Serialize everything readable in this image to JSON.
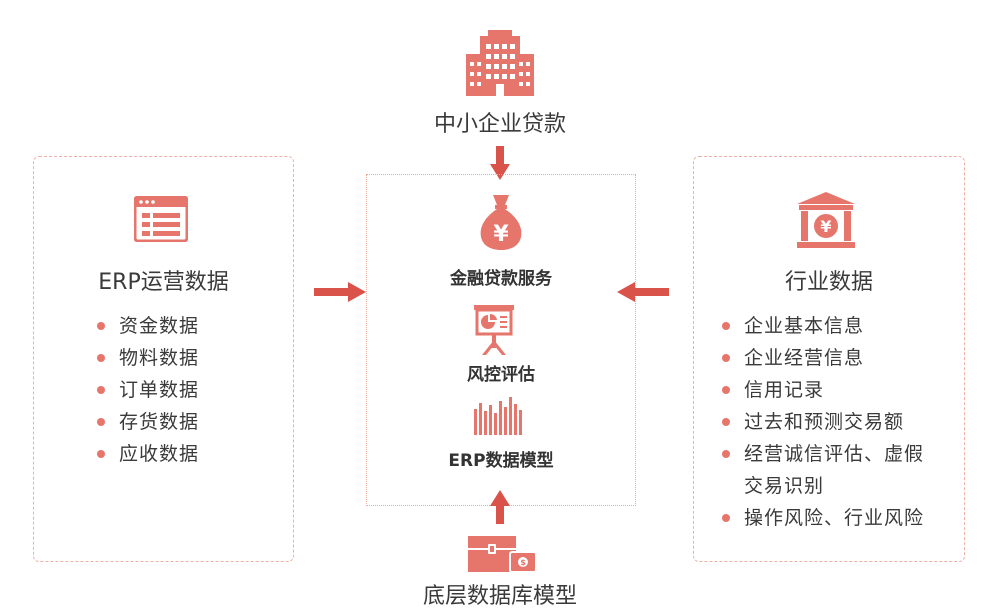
{
  "top": {
    "label": "中小企业贷款",
    "icon": "building-icon"
  },
  "bottom": {
    "label": "底层数据库模型",
    "icon": "treasure-chest-icon"
  },
  "left_panel": {
    "title": "ERP运营数据",
    "icon": "browser-window-icon",
    "items": [
      "资金数据",
      "物料数据",
      "订单数据",
      "存货数据",
      "应收数据"
    ]
  },
  "right_panel": {
    "title": "行业数据",
    "icon": "bank-icon",
    "items": [
      [
        "企业基本信息"
      ],
      [
        "企业经营信息"
      ],
      [
        "信用记录"
      ],
      [
        "过去和预测交易额"
      ],
      [
        "经营诚信评估、虚假",
        "交易识别"
      ],
      [
        "操作风险、行业风险"
      ]
    ]
  },
  "center": {
    "steps": [
      {
        "label": "金融贷款服务",
        "icon": "money-bag-icon"
      },
      {
        "label": "风控评估",
        "icon": "presentation-chart-icon"
      },
      {
        "label": "ERP数据模型",
        "icon": "bar-chart-icon"
      }
    ]
  },
  "colors": {
    "accent": "#e6766b",
    "accent_dark": "#d9534a",
    "border": "#efb0a4"
  }
}
